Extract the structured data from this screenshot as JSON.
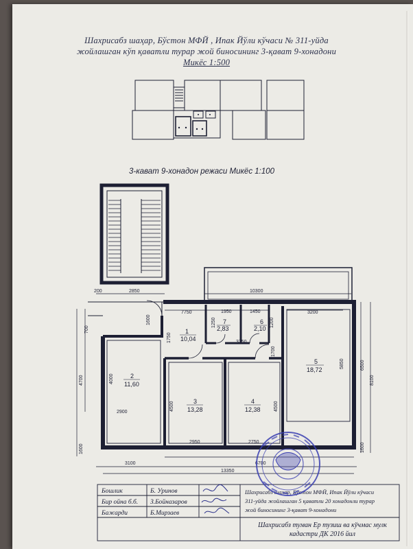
{
  "header": {
    "line1": "Шахрисабз шаҳар, Бўстон МФЙ , Ипак Йўли кўчаси № 311-уйда",
    "line2": "жойлашган кўп қаватли турар жой биносининг 3-қават 9-хонадони",
    "line3": "Микёс 1:500"
  },
  "plan": {
    "title": "3-кават 9-хонадон режаси Микёс 1:100",
    "rooms": [
      {
        "num": "1",
        "area": "10,04"
      },
      {
        "num": "2",
        "area": "11,60"
      },
      {
        "num": "3",
        "area": "13,28"
      },
      {
        "num": "4",
        "area": "12,38"
      },
      {
        "num": "5",
        "area": "18,72"
      },
      {
        "num": "6",
        "area": "2,10"
      },
      {
        "num": "7",
        "area": "2,83"
      }
    ],
    "dims": {
      "d200": "200",
      "d2850": "2850",
      "d10300": "10300",
      "d7750": "7750",
      "d1950": "1950",
      "d1450": "1450",
      "d3200": "3200",
      "d1600a": "1600",
      "d700": "700",
      "d1750": "1750",
      "d1250": "1250",
      "d1200": "1200",
      "d3750": "3750",
      "d1700": "1700",
      "d4000": "4000",
      "d4700": "4700",
      "d4500a": "4500",
      "d4500b": "4500",
      "d5850": "5850",
      "d6500": "6500",
      "d8100": "8100",
      "d2900": "2900",
      "d2950": "2950",
      "d2750": "2750",
      "d1600b": "1600",
      "d1600c": "1600",
      "d3100": "3100",
      "d6700": "6700",
      "d13350": "13350"
    }
  },
  "title_block": {
    "rows": [
      {
        "role": "Бошлик",
        "name": "Б. Уринов"
      },
      {
        "role": "Бир ойна б.б.",
        "name": "З.Бойназаров"
      },
      {
        "role": "Бажарди",
        "name": "Б.Мирзаев"
      }
    ],
    "desc1": "Шахрисабз шахар, Бўстон МФЙ, Ипак Йўли кўчаси",
    "desc2": "311-уйда жойлашган 5 қаватли 20 хонадонли турар",
    "desc3": "жой биносининг 3-қават 9-хонадони",
    "footer1": "Шахрисабз туман Ер тузиш ва кўчмас мулк",
    "footer2": "кадастри ДК 2016 йил"
  },
  "colors": {
    "paper": "#ecebe6",
    "ink": "#1d1f33",
    "stamp": "#3b3fb0"
  }
}
